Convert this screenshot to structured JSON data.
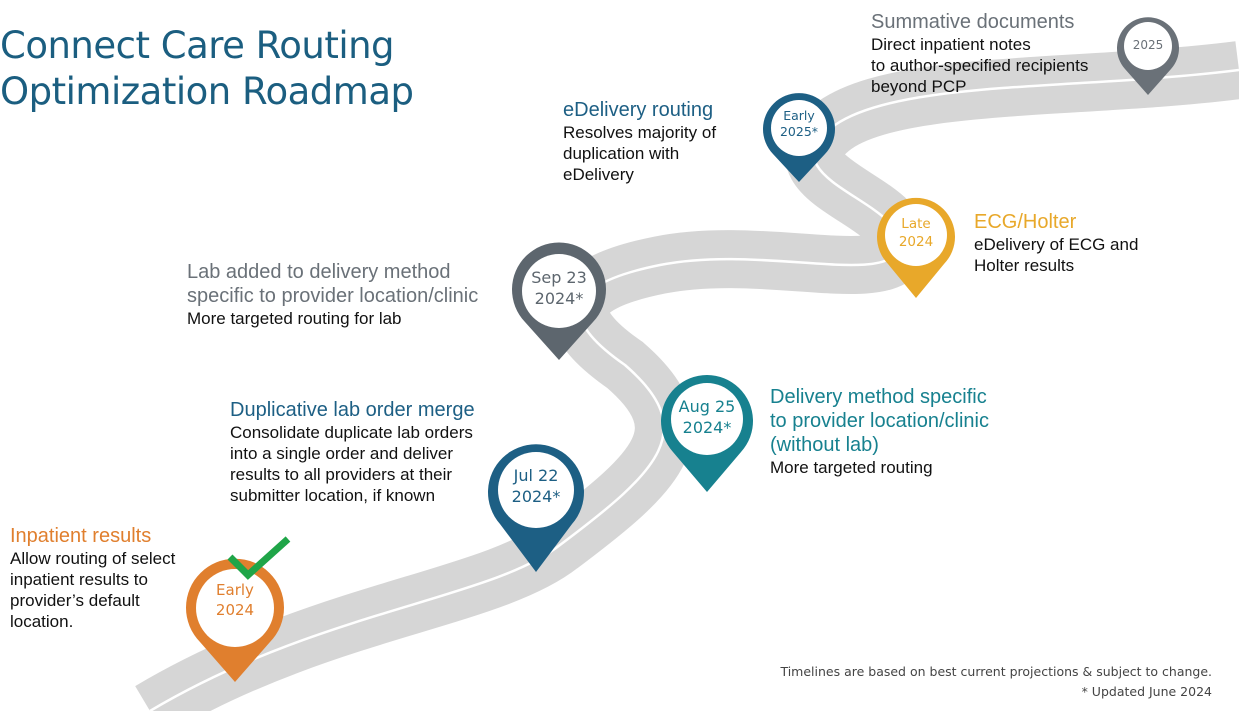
{
  "title": {
    "line1": "Connect Care Routing",
    "line2": "Optimization Roadmap"
  },
  "colors": {
    "title": "#1b5e80",
    "road": "#d6d6d6",
    "orange": "#e07f2e",
    "navy": "#1d5f84",
    "teal": "#17818f",
    "gold": "#e8a82a",
    "grey": "#6a7178",
    "check": "#1fa548"
  },
  "milestones": [
    {
      "id": "inpatient",
      "title": "Inpatient results",
      "description": [
        "Allow routing of select",
        "inpatient results to",
        "provider’s default",
        "location."
      ],
      "date": [
        "Early",
        "2024"
      ],
      "color": "orange",
      "completed": true,
      "icon": "checkmark-icon"
    },
    {
      "id": "dup-lab",
      "title": "Duplicative lab order merge",
      "description": [
        "Consolidate duplicate lab orders",
        "into a single order and deliver",
        "results to all providers at their",
        "submitter location, if known"
      ],
      "date": [
        "Jul 22",
        "2024*"
      ],
      "color": "navy"
    },
    {
      "id": "lab-added",
      "title": [
        "Lab added to delivery method",
        "specific to provider location/clinic"
      ],
      "description": [
        "More targeted routing for lab"
      ],
      "date": [
        "Sep 23",
        "2024*"
      ],
      "color": "grey"
    },
    {
      "id": "delivery-method",
      "title": [
        "Delivery method specific",
        "to provider location/clinic",
        "(without lab)"
      ],
      "description": [
        "More targeted routing"
      ],
      "date": [
        "Aug 25",
        "2024*"
      ],
      "color": "teal"
    },
    {
      "id": "edelivery",
      "title": "eDelivery routing",
      "description": [
        "Resolves majority of",
        "duplication with",
        "eDelivery"
      ],
      "date": [
        "Early",
        "2025*"
      ],
      "color": "navy"
    },
    {
      "id": "ecg",
      "title": "ECG/Holter",
      "description": [
        "eDelivery of ECG and",
        "Holter results"
      ],
      "date": [
        "Late",
        "2024"
      ],
      "color": "gold"
    },
    {
      "id": "summative",
      "title": "Summative documents",
      "description": [
        "Direct inpatient notes",
        "to author-specified recipients",
        "beyond PCP"
      ],
      "date": [
        "2025"
      ],
      "color": "grey"
    }
  ],
  "footer": {
    "line1": "Timelines are based on best current projections & subject to change.",
    "line2": "* Updated June 2024"
  }
}
